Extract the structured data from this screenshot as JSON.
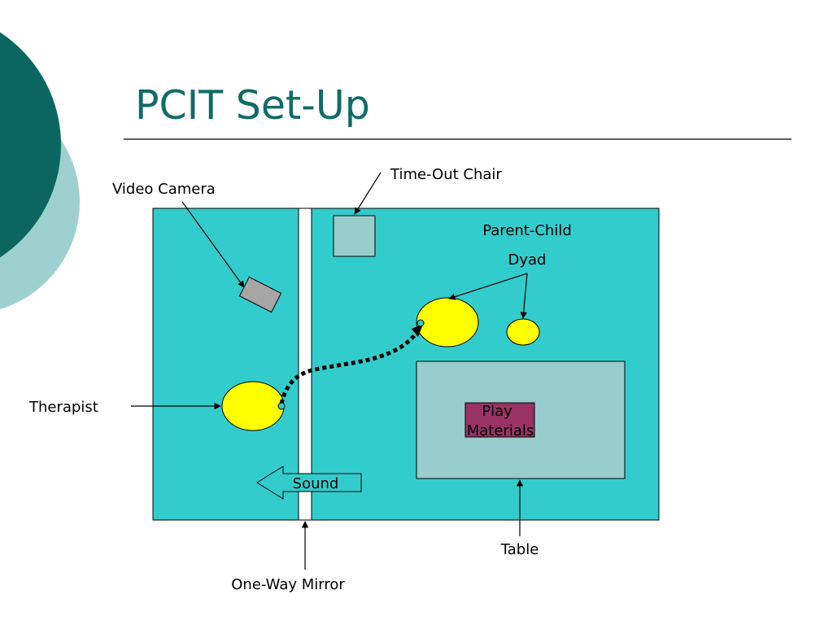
{
  "slide": {
    "title": "PCIT Set-Up"
  },
  "labels": {
    "video_camera": "Video Camera",
    "time_out_chair": "Time-Out Chair",
    "parent_child": "Parent-Child",
    "dyad": "Dyad",
    "therapist": "Therapist",
    "play_materials_line1": "Play",
    "play_materials_line2": "Materials",
    "sound": "Sound",
    "table": "Table",
    "one_way_mirror": "One-Way Mirror"
  },
  "colors": {
    "title": "#0f6b66",
    "deco_dark": "#0b6661",
    "deco_light": "#9fd0d0",
    "room": "#33cccc",
    "chair": "#99cccc",
    "table": "#99cccc",
    "camera": "#a6a6a6",
    "people": "#ffff00",
    "play_materials": "#993366",
    "mirror": "#ffffff"
  }
}
